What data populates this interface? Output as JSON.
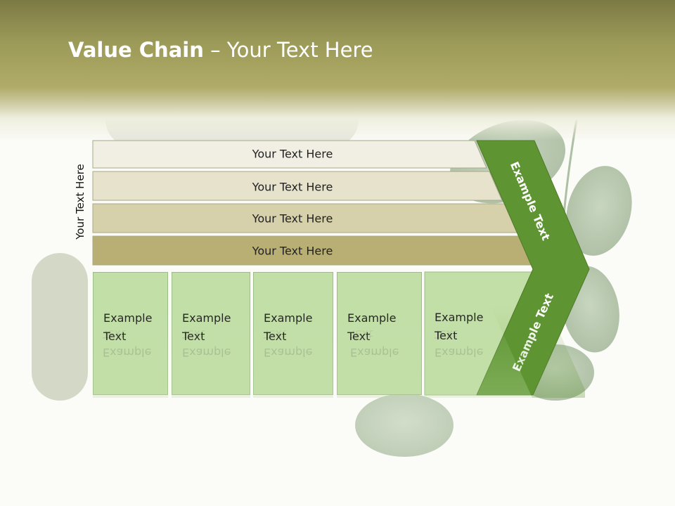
{
  "title": {
    "bold": "Value Chain",
    "rest": " – Your Text Here"
  },
  "side_label": "Your Text Here",
  "rows": [
    {
      "label": "Your Text Here"
    },
    {
      "label": "Your Text Here"
    },
    {
      "label": "Your Text Here"
    },
    {
      "label": "Your Text Here"
    }
  ],
  "columns": [
    {
      "line1": "Example",
      "line2": "Text"
    },
    {
      "line1": "Example",
      "line2": "Text"
    },
    {
      "line1": "Example",
      "line2": "Text"
    },
    {
      "line1": "Example",
      "line2": "Text"
    },
    {
      "line1": "Example",
      "line2": "Text"
    }
  ],
  "chevron": {
    "upper": "Example Text",
    "lower": "Example Text"
  },
  "colors": {
    "row_fills": [
      "#f1efe4",
      "#e6e2cb",
      "#d6d0ab",
      "#b9af75"
    ],
    "column_fill": "#c3dfa8",
    "chevron_fill": "#5e9532",
    "header_band": "#9c9a58"
  }
}
